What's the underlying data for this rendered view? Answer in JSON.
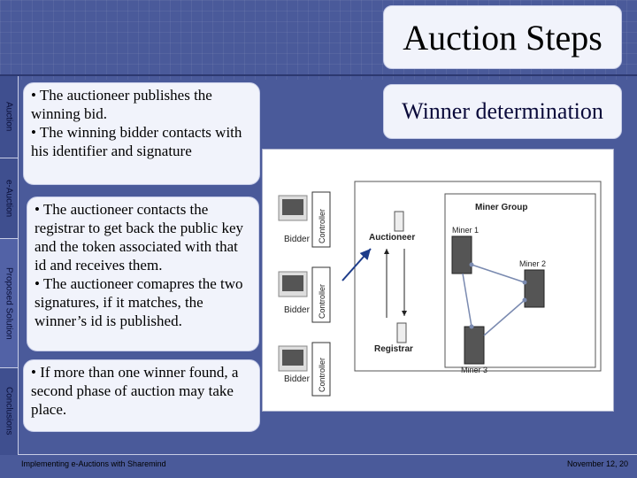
{
  "slide": {
    "title": "Auction Steps",
    "subtitle_box": "Winner determination",
    "bullets": {
      "box1": [
        "• The auctioneer publishes the winning bid.",
        "• The winning bidder contacts with his identifier and signature"
      ],
      "box2": [
        "• The auctioneer contacts the registrar to get back the public key and the token associated with that id and receives them.",
        "• The auctioneer comapres the two signatures, if it matches, the winner’s id is published."
      ],
      "box3": [
        "• If more than one winner found, a second phase of auction may take place."
      ]
    }
  },
  "sidebar": {
    "tabs": [
      {
        "label": "Auction"
      },
      {
        "label": "e-Auction"
      },
      {
        "label": "Proposed Solution"
      },
      {
        "label": "Conclusions"
      }
    ]
  },
  "diagram": {
    "bidder_label": "Bidder",
    "controller_label": "Controller",
    "auctioneer_label": "Auctioneer",
    "registrar_label": "Registrar",
    "miner_group_label": "Miner Group",
    "miner1_label": "Miner 1",
    "miner2_label": "Miner 2",
    "miner3_label": "Miner 3"
  },
  "footer": {
    "left": "Implementing e-Auctions with Sharemind",
    "right": "November 12, 20"
  }
}
